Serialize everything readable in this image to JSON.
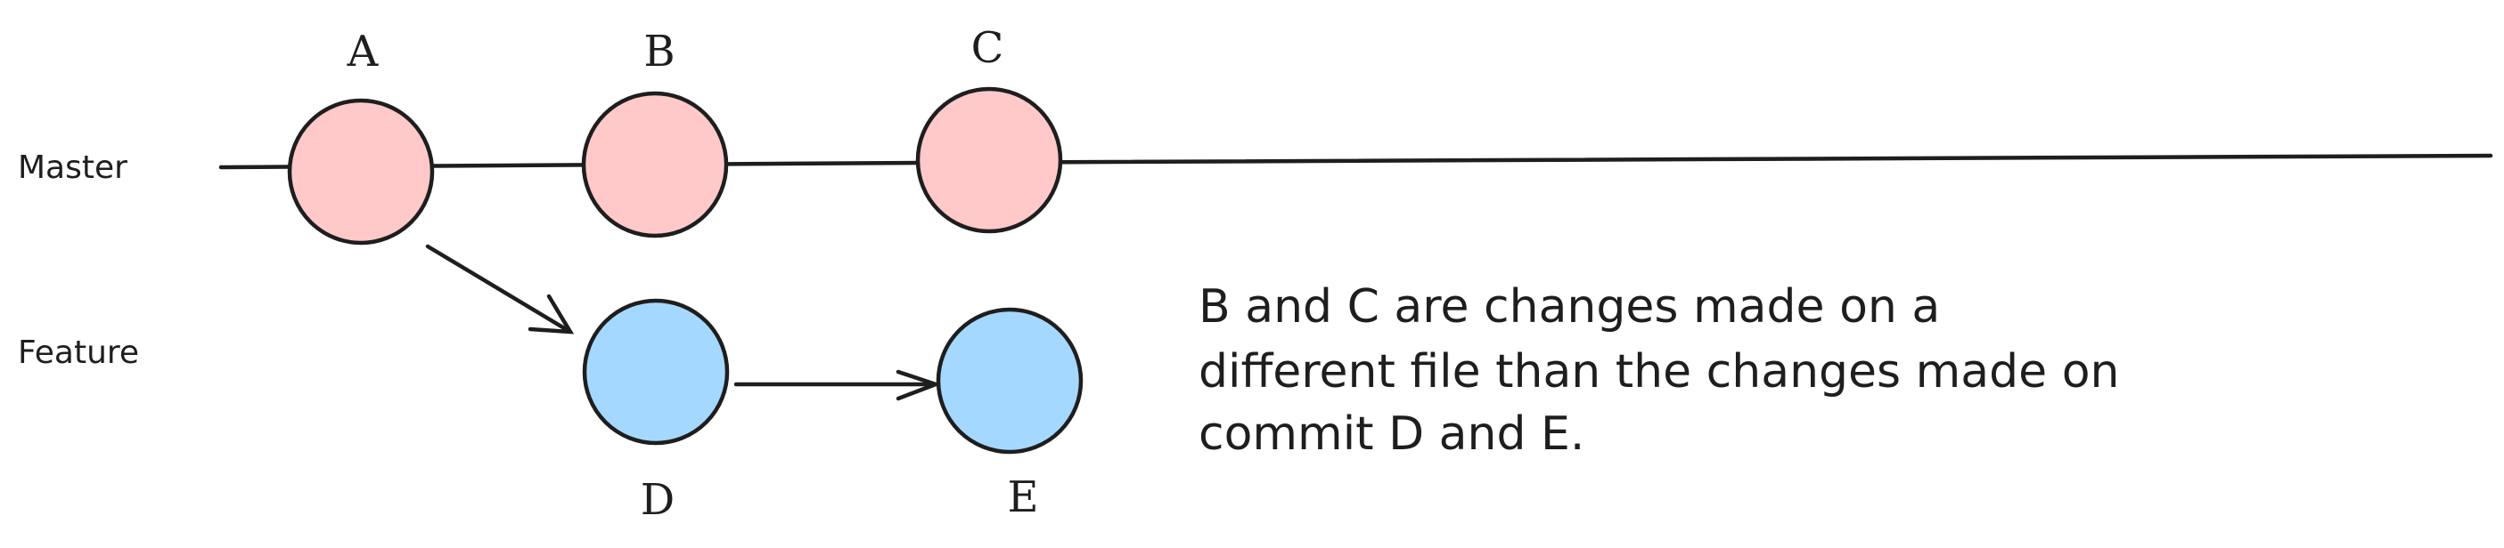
{
  "branches": {
    "master": {
      "label": "Master"
    },
    "feature": {
      "label": "Feature"
    }
  },
  "commits": {
    "a": {
      "label": "A"
    },
    "b": {
      "label": "B"
    },
    "c": {
      "label": "C"
    },
    "d": {
      "label": "D"
    },
    "e": {
      "label": "E"
    }
  },
  "colors": {
    "master_commit_fill": "#ffc9c9",
    "feature_commit_fill": "#a5d8ff",
    "stroke": "#1e1e1e"
  },
  "note": {
    "lines": [
      "B and C are changes made on a",
      "different file than the changes made on",
      "commit D and E."
    ]
  }
}
